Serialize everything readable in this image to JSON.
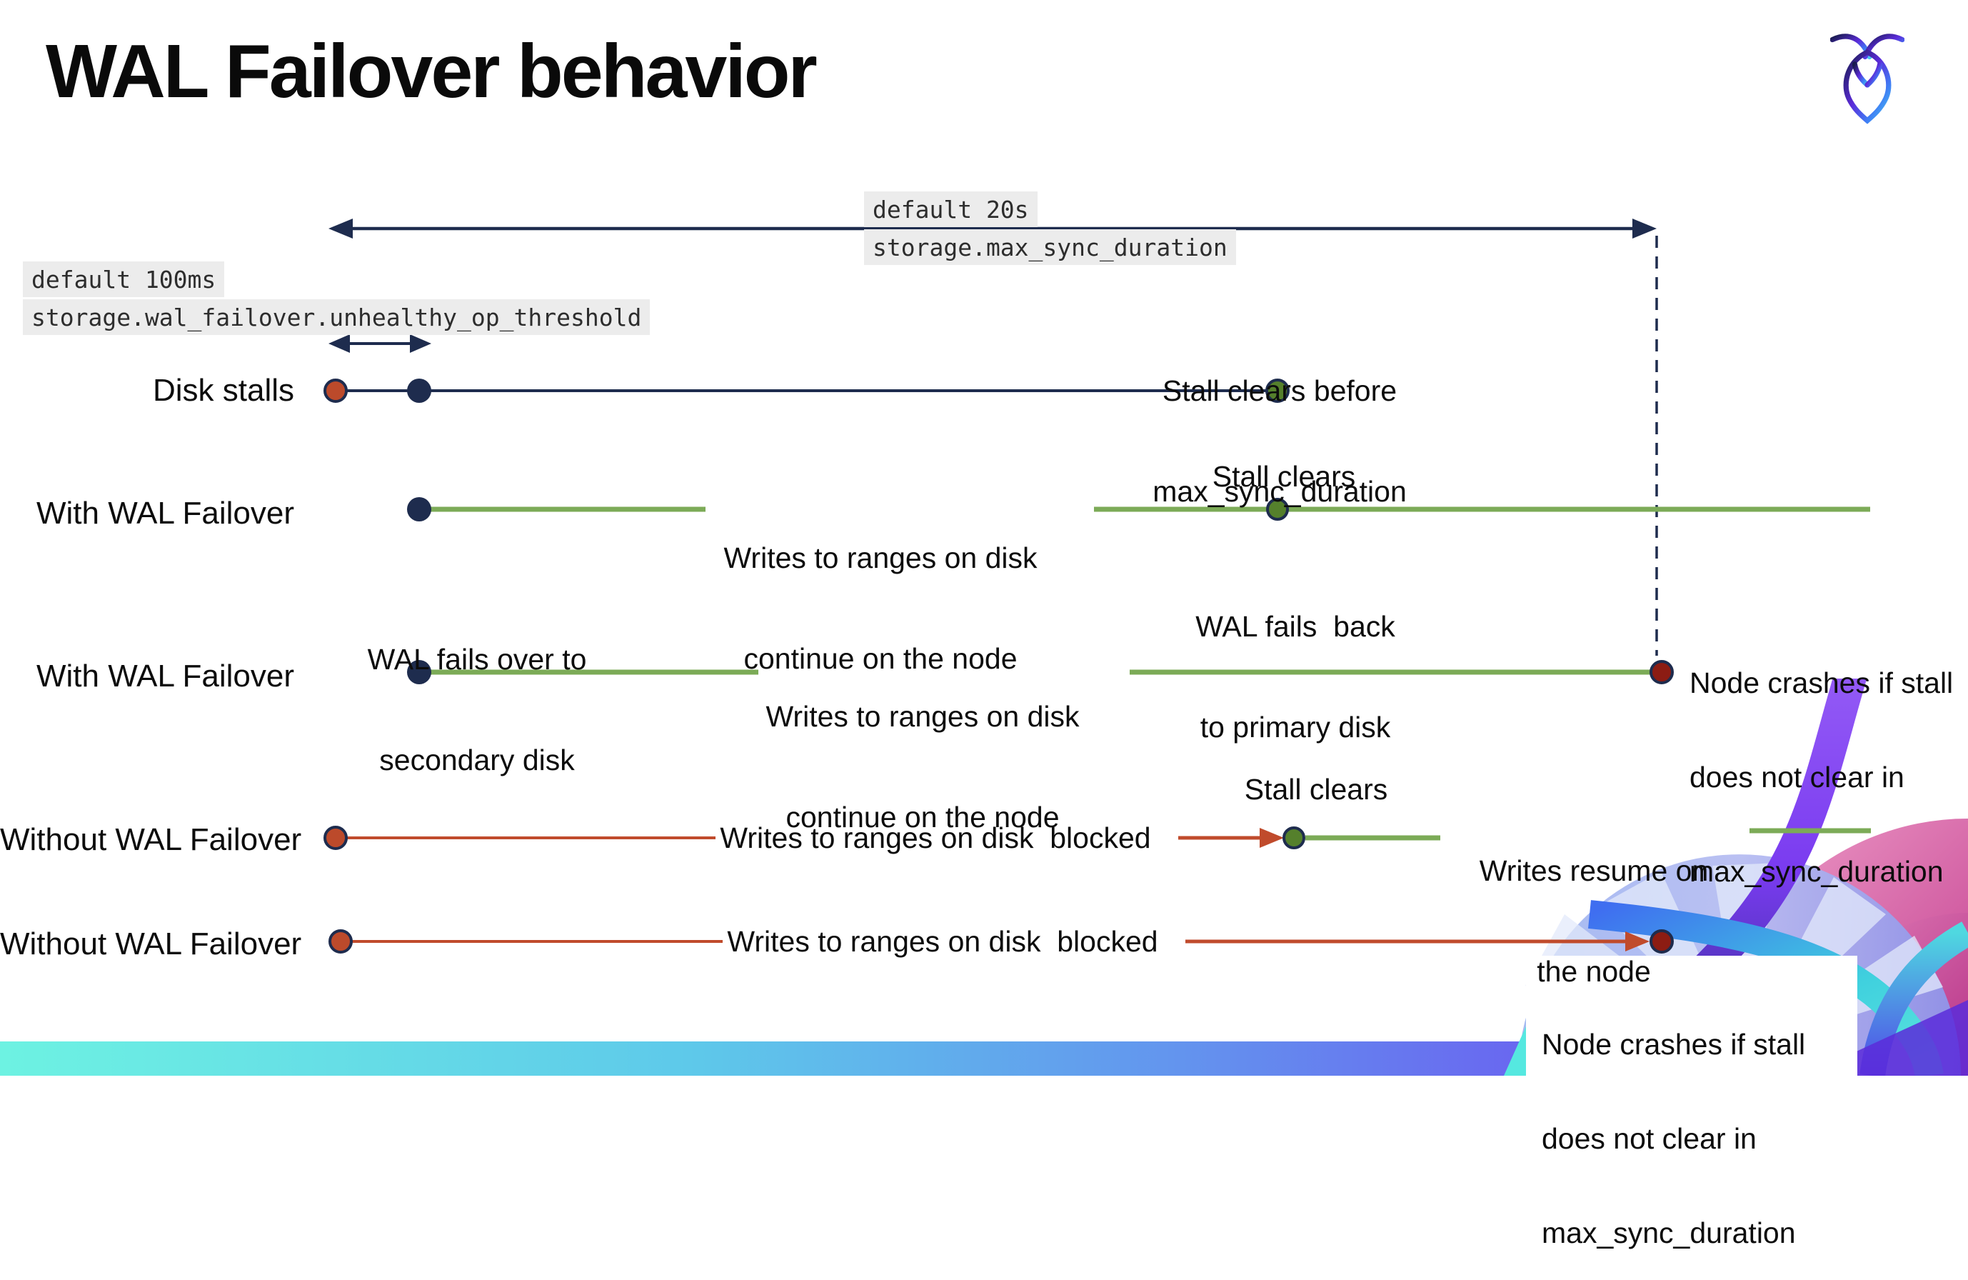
{
  "header": {
    "title": "WAL Failover behavior",
    "logo": "cockroachdb-logo"
  },
  "config_labels": {
    "max_sync_duration": {
      "default_value": "default 20s",
      "setting": "storage.max_sync_duration"
    },
    "unhealthy_op_threshold": {
      "default_value": "default 100ms",
      "setting": "storage.wal_failover.unhealthy_op_threshold"
    }
  },
  "rows": [
    {
      "label": "Disk stalls"
    },
    {
      "label": "With WAL Failover"
    },
    {
      "label": "With WAL Failover"
    },
    {
      "label": "Without WAL Failover"
    },
    {
      "label": "Without WAL Failover"
    }
  ],
  "annotations": {
    "stall_clears_before": {
      "line1": "Stall clears before",
      "line2": "max_sync_duration"
    },
    "stall_clears": "Stall clears",
    "wal_fails_over": {
      "line1": "WAL fails over to",
      "line2": "secondary disk"
    },
    "wal_fails_back": {
      "line1": "WAL fails  back",
      "line2": "to primary disk"
    },
    "writes_continue": {
      "line1": "Writes to ranges on disk",
      "line2": "continue on the node"
    },
    "writes_blocked": "Writes to ranges on disk  blocked",
    "writes_resume": {
      "line1": "Writes resume on",
      "line2": "the node"
    },
    "node_crashes": {
      "line1": "Node crashes if stall",
      "line2": "does not clear in",
      "line3": "max_sync_duration"
    }
  },
  "colors": {
    "navy": "#1e2c4e",
    "green-line": "#7cab57",
    "green-dot": "#55802c",
    "red-line": "#c04b2c",
    "red-dot": "#bc4a2b",
    "maroon": "#8c1c13",
    "code-bg": "#ececec"
  }
}
